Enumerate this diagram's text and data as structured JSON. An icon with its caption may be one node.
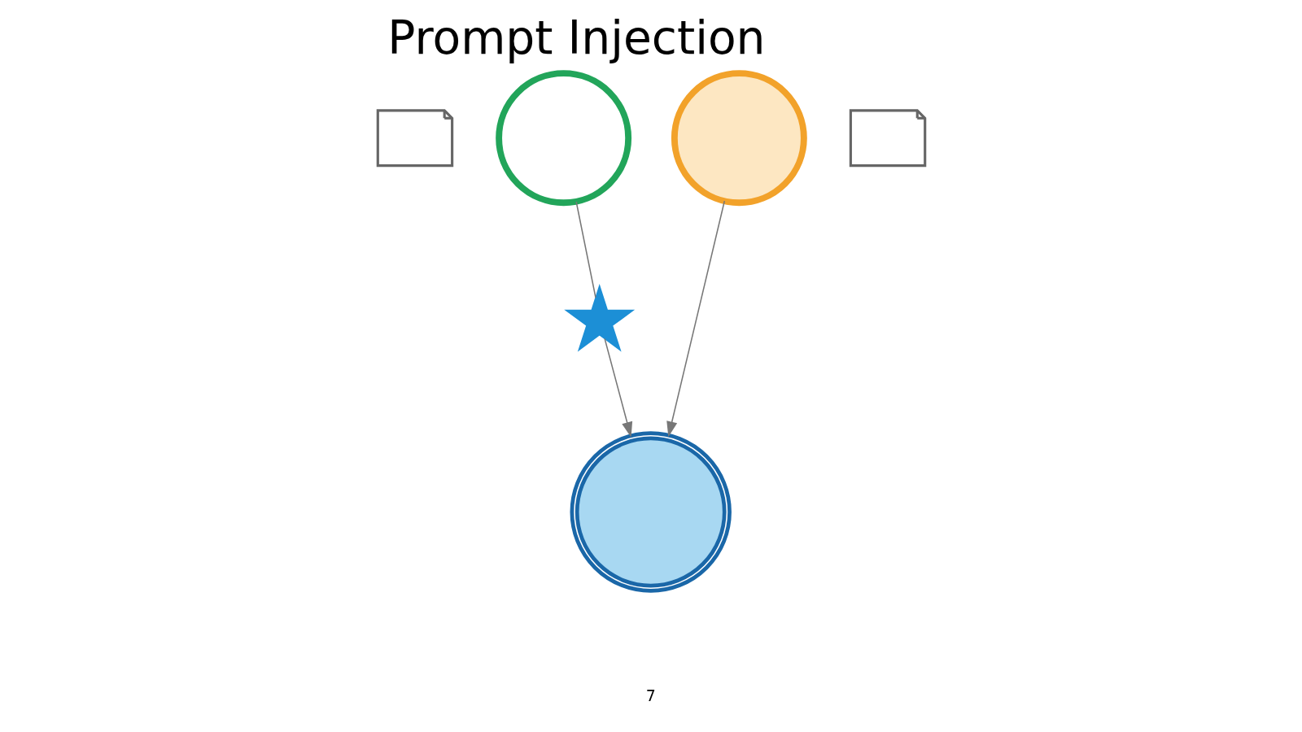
{
  "diagram": {
    "title": "Prompt Injection",
    "nodes": [
      {
        "text": [],
        "shape": "note"
      },
      {
        "text": [],
        "shape": "person"
      },
      {
        "text": [],
        "shape": "person"
      },
      {
        "text": [],
        "shape": "note"
      },
      {
        "text": [],
        "shape": "star"
      },
      {
        "text": [],
        "shape": "circle"
      }
    ],
    "edges": [
      {
        "from": 1,
        "to": 4,
        "arrow": "none"
      },
      {
        "from": 4,
        "to": 5,
        "arrow": "to"
      },
      {
        "from": 2,
        "to": 5,
        "arrow": "to"
      }
    ],
    "labels": [
      "7"
    ]
  }
}
